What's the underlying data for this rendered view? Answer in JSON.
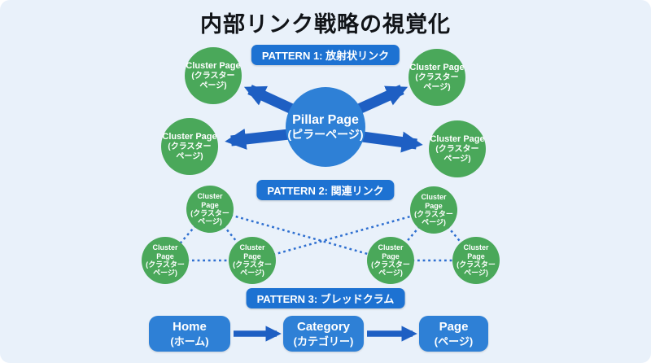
{
  "title": "内部リンク戦略の視覚化",
  "colors": {
    "background": "#e9f1fa",
    "cluster_green": "#4aa85a",
    "node_blue": "#2e80d6",
    "badge_blue": "#1d72d2",
    "arrow_blue": "#1e5fc3",
    "dashed_link_blue": "#2e6fd0",
    "title_text": "#111418"
  },
  "pattern1": {
    "badge": "PATTERN 1: 放射状リンク",
    "pillar": {
      "title": "Pillar Page",
      "subtitle": "(ピラーページ)"
    },
    "cluster": {
      "title": "Cluster Page",
      "sub1": "(クラスター",
      "sub2": "ページ)"
    }
  },
  "pattern2": {
    "badge": "PATTERN 2: 関連リンク",
    "cluster": {
      "l1": "Cluster",
      "l2": "Page",
      "l3": "(クラスター",
      "l4": "ページ)"
    }
  },
  "pattern3": {
    "badge": "PATTERN 3: ブレッドクラム",
    "steps": [
      {
        "label": "Home",
        "sub": "(ホーム)"
      },
      {
        "label": "Category",
        "sub": "(カテゴリー)"
      },
      {
        "label": "Page",
        "sub": "(ページ)"
      }
    ]
  }
}
